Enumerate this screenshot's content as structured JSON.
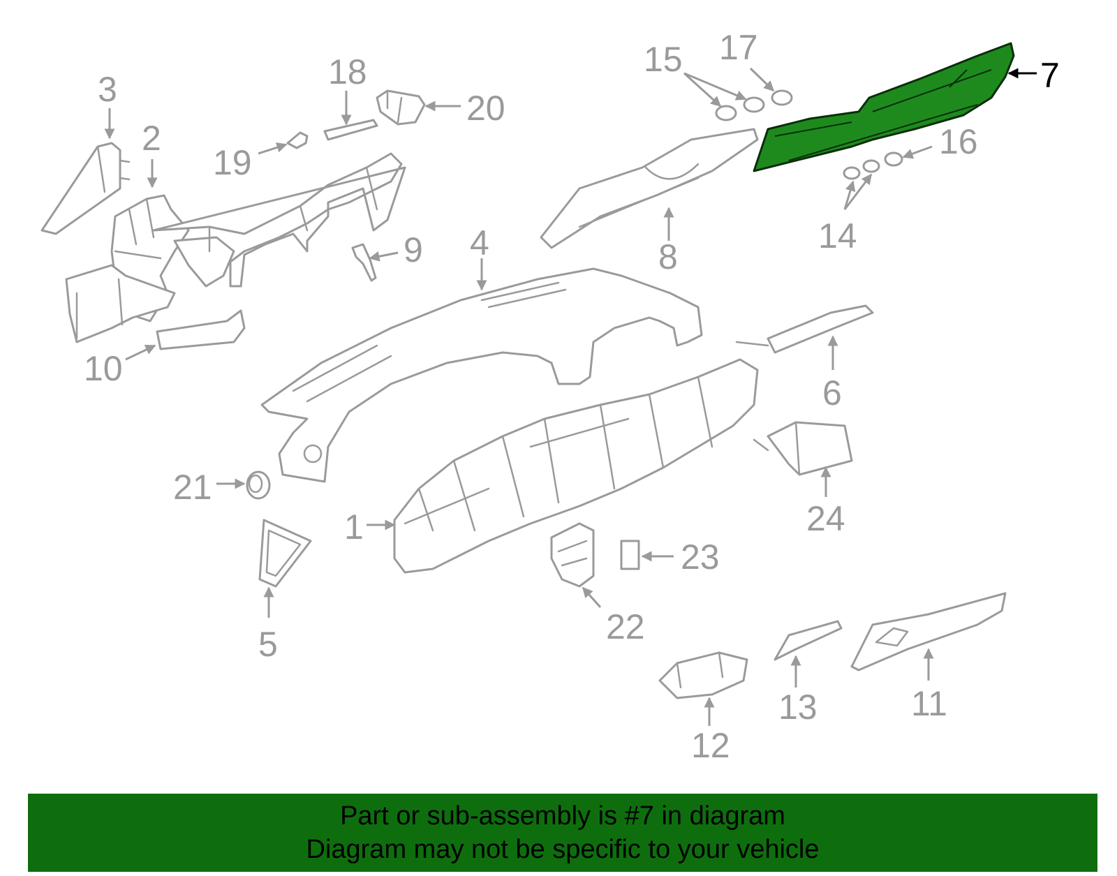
{
  "diagram": {
    "highlighted_part": "7",
    "highlight_color": "#1e8a1e",
    "line_color": "#9a9a9a",
    "callouts": {
      "c1": "1",
      "c2": "2",
      "c3": "3",
      "c4": "4",
      "c5": "5",
      "c6": "6",
      "c7": "7",
      "c8": "8",
      "c9": "9",
      "c10": "10",
      "c11": "11",
      "c12": "12",
      "c13": "13",
      "c14": "14",
      "c15": "15",
      "c16": "16",
      "c17": "17",
      "c18": "18",
      "c19": "19",
      "c20": "20",
      "c21": "21",
      "c22": "22",
      "c23": "23",
      "c24": "24"
    }
  },
  "banner": {
    "background_color": "#0e6e0e",
    "line1": "Part or sub-assembly is #7 in diagram",
    "line2": "Diagram may not be specific to your vehicle"
  }
}
